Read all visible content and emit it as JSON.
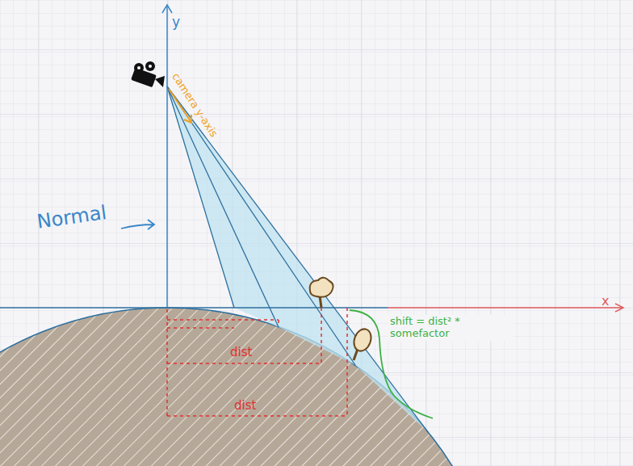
{
  "diagram": {
    "labels": [
      "y",
      "x",
      "camera y-axis",
      "Normal",
      "dist",
      "dist",
      "shift = dist² * somefactor"
    ]
  }
}
